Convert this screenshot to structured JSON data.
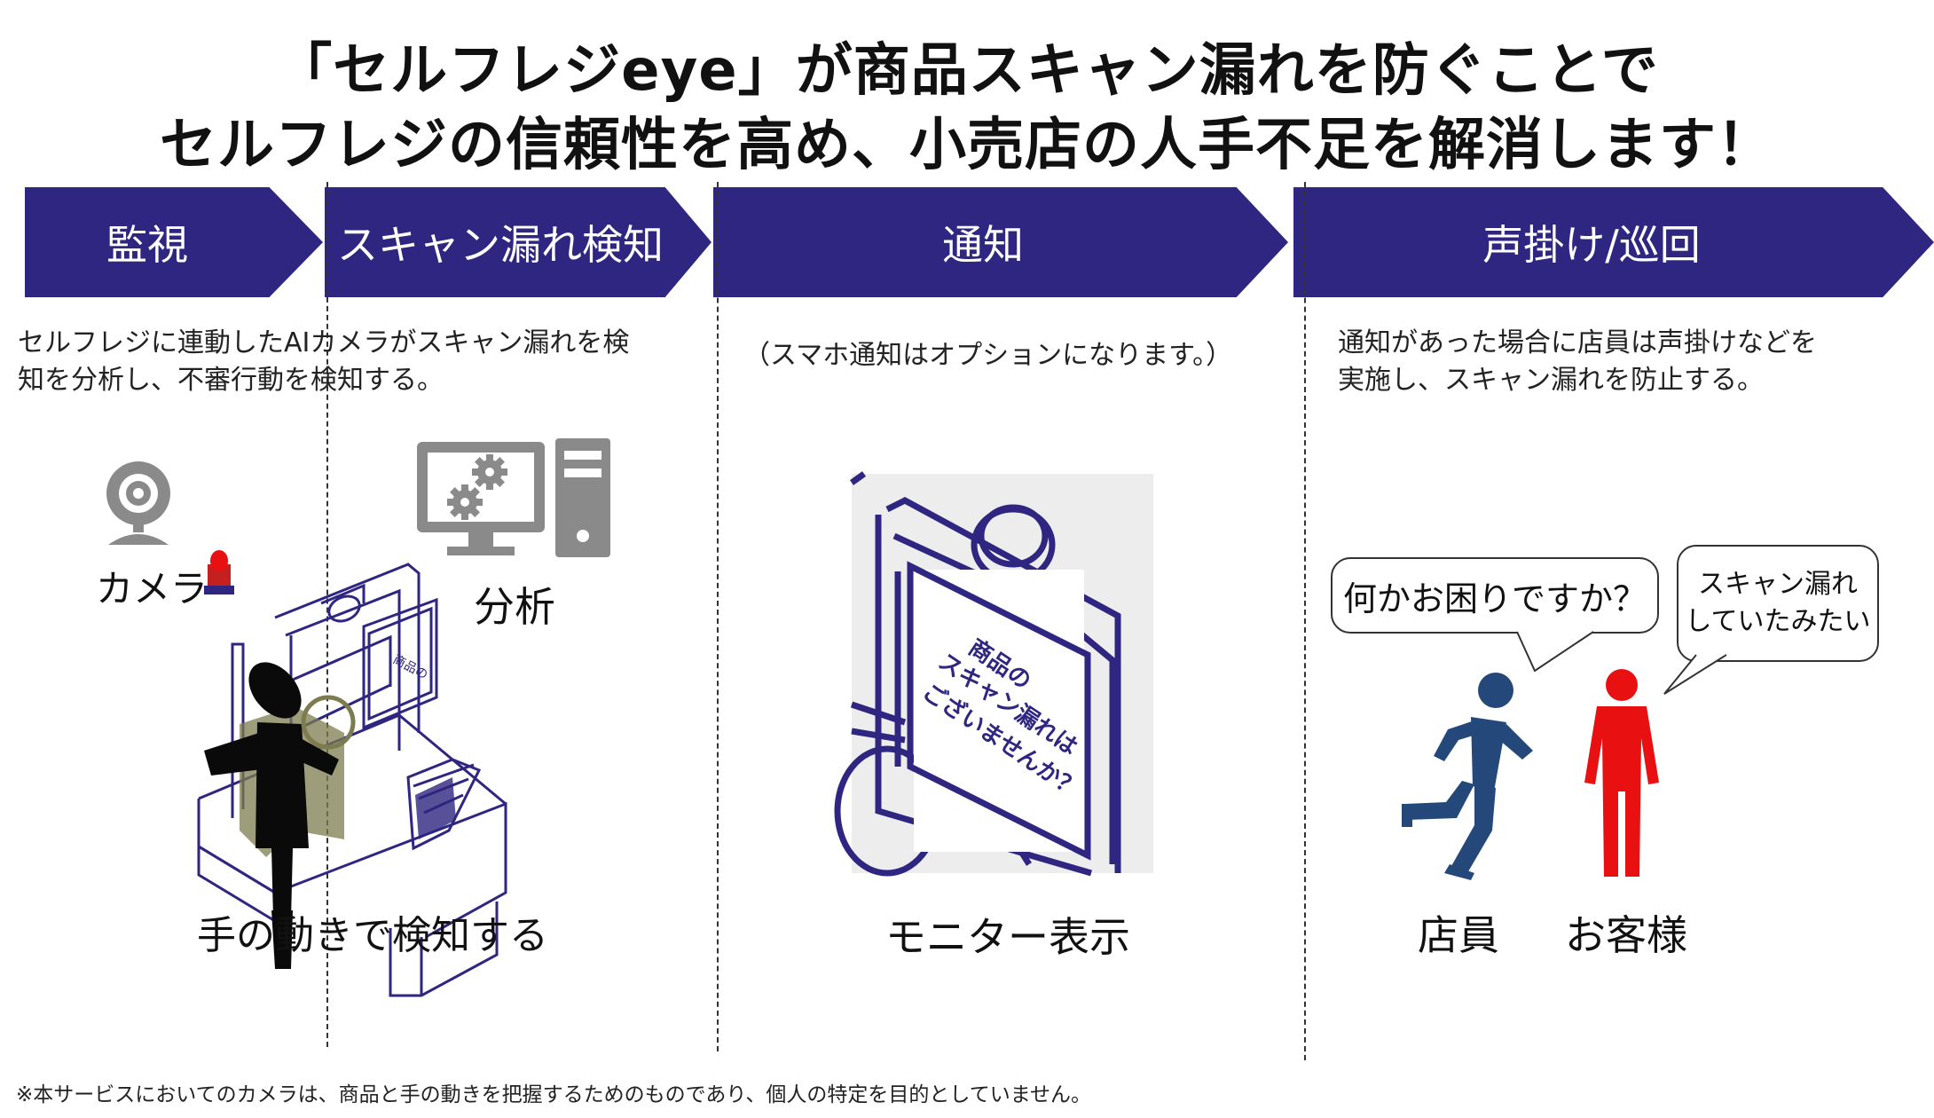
{
  "title": {
    "line1": "「セルフレジeye」が商品スキャン漏れを防ぐことで",
    "line2": "セルフレジの信頼性を高め、小売店の人手不足を解消します！"
  },
  "steps": [
    {
      "label": "監視"
    },
    {
      "label": "スキャン漏れ検知"
    },
    {
      "label": "通知"
    },
    {
      "label": "声掛け/巡回"
    }
  ],
  "descriptions": {
    "detection_line1": "セルフレジに連動したAIカメラがスキャン漏れを検",
    "detection_line2": "知を分析し、不審行動を検知する。",
    "notify": "（スマホ通知はオプションになります。）",
    "call_line1": "通知があった場合に店員は声掛けなどを",
    "call_line2": "実施し、スキャン漏れを防止する。"
  },
  "labels": {
    "camera": "カメラ",
    "analysis": "分析",
    "hand": "手の動きで検知する",
    "monitor": "モニター表示",
    "staff": "店員",
    "customer": "お客様"
  },
  "monitor_text": {
    "line1": "商品の",
    "line2": "スキャン漏れは",
    "line3": "ございませんか？"
  },
  "bubbles": {
    "staff": "何かお困りですか？",
    "customer_line1": "スキャン漏れ",
    "customer_line2": "していたみたい"
  },
  "footnote": "※本サービスにおいてのカメラは、商品と手の動きを把握するためのものであり、個人の特定を目的としていません。",
  "colors": {
    "navy": "#2e2680",
    "staff_blue": "#24487a",
    "customer_red": "#e81010",
    "icon_gray": "#8a8a8a",
    "figure_black": "#0a0a0a",
    "hand_highlight": "#7c7c50"
  }
}
